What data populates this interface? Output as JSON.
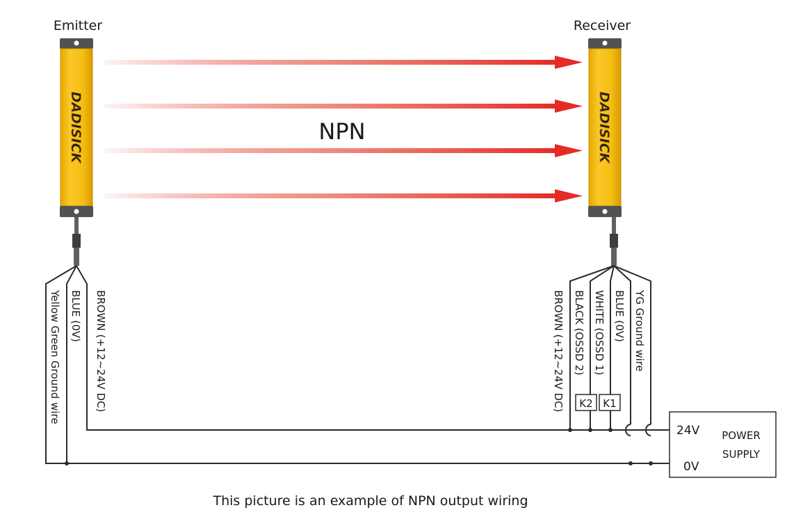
{
  "emitter": {
    "title": "Emitter",
    "brand": "DADISICK"
  },
  "receiver": {
    "title": "Receiver",
    "brand": "DADISICK"
  },
  "beam_label": "NPN",
  "emitter_wires": [
    "Yellow Green Ground wire",
    "BLUE (0V)",
    "BROWN (+12~24V DC)"
  ],
  "receiver_wires": [
    "BROWN (+12~24V DC)",
    "BLACK (OSSD 2)",
    "WHITE (OSSD 1)",
    "BLUE (0V)",
    "YG Ground wire"
  ],
  "relays": {
    "k2": "K2",
    "k1": "K1"
  },
  "power_supply": {
    "v24": "24V",
    "v0": "0V",
    "name_line1": "POWER",
    "name_line2": "SUPPLY"
  },
  "caption": "This picture is an example of NPN output wiring",
  "colors": {
    "housing": "#f6be12",
    "cap": "#505254",
    "beam": "#e52b26",
    "wire": "#2b2b2b"
  }
}
